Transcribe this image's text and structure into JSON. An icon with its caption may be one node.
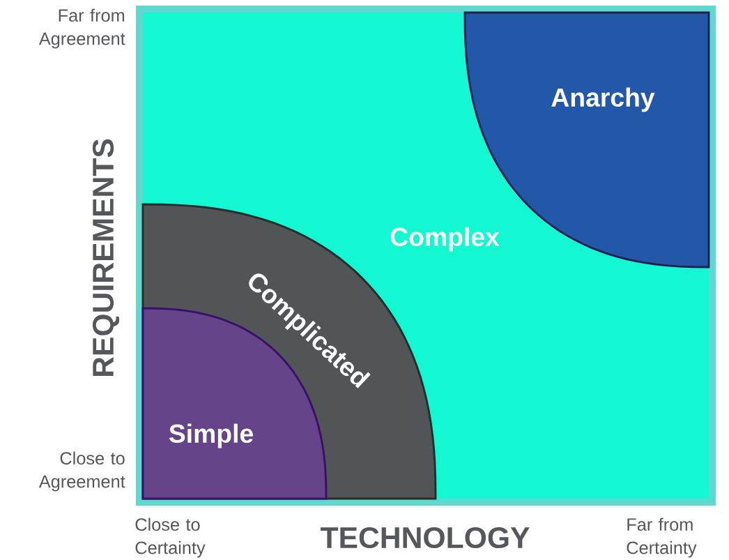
{
  "diagram": {
    "nodes": [
      {
        "text": [
          "Complex"
        ]
      },
      {
        "text": [
          "Anarchy"
        ],
        "in": 0
      },
      {
        "text": [
          "Complicated"
        ],
        "in": 0
      },
      {
        "text": [
          "Simple"
        ],
        "in": 2
      }
    ],
    "labels": [
      "Far from Agreement",
      "REQUIREMENTS",
      "Close to Agreement",
      "Close to Certainty",
      "TECHNOLOGY",
      "Far from Certainty"
    ]
  }
}
